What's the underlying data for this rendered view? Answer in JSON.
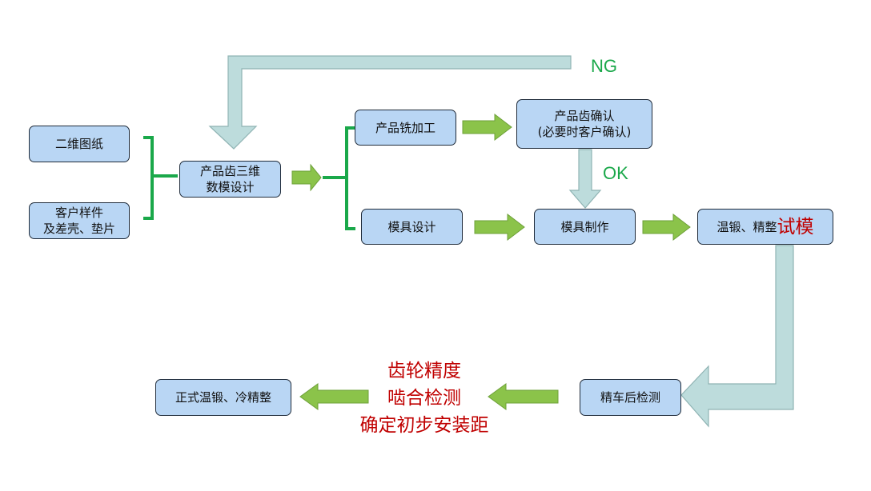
{
  "boxes": {
    "drawing": "二维图纸",
    "sample_line1": "客户样件",
    "sample_line2": "及差壳、垫片",
    "model_line1": "产品齿三维",
    "model_line2": "数模设计",
    "milling": "产品铣加工",
    "confirm_line1": "产品齿确认",
    "confirm_line2": "(必要时客户确认)",
    "mold_design": "模具设计",
    "mold_making": "模具制作",
    "trial_prefix": "温锻、精整",
    "trial_emph": "试模",
    "inspection": "精车后检测",
    "formal": "正式温锻、冷精整"
  },
  "labels": {
    "ng": "NG",
    "ok": "OK"
  },
  "notes": [
    "齿轮精度",
    "啮合检测",
    "确定初步安装距"
  ],
  "colors": {
    "box_fill": "#b9d6f4",
    "green_arrow": "#8bc34a",
    "feedback_arrow": "#bddcdc",
    "ok_text": "#1aa84a",
    "emphasis_red": "#c00000"
  }
}
